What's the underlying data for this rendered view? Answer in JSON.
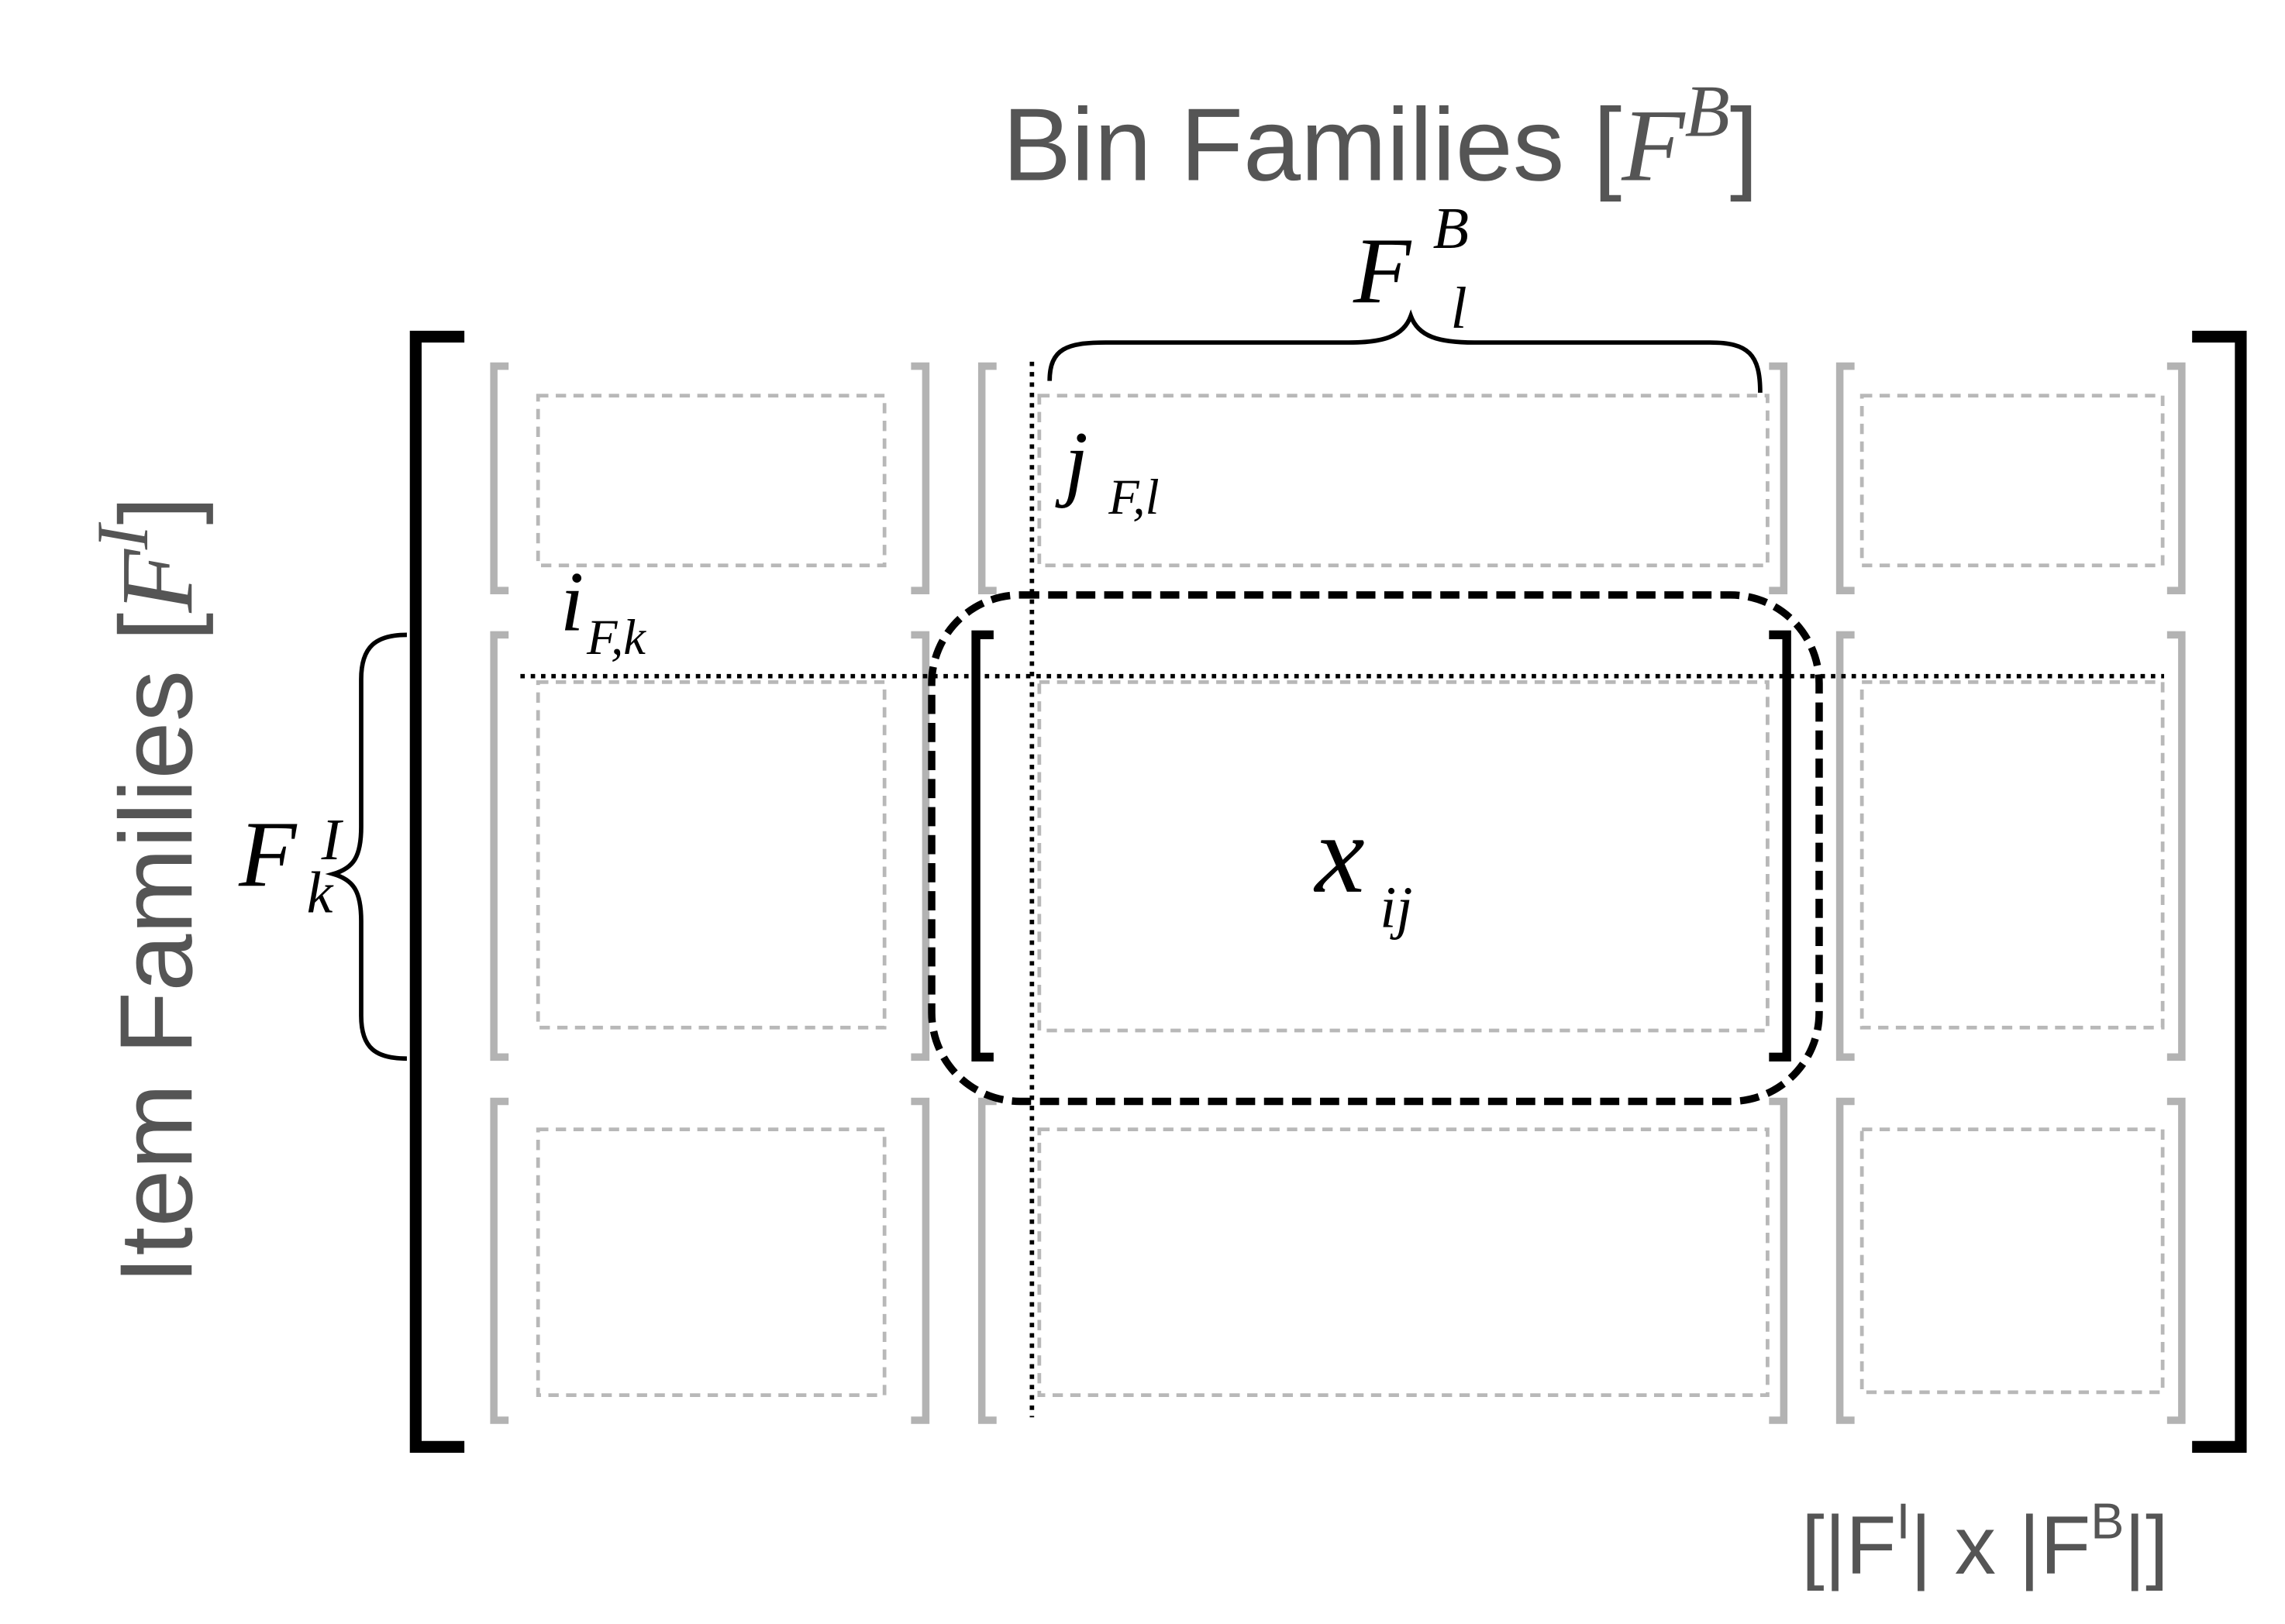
{
  "title": {
    "text": "Bin Families [",
    "symbol": "F",
    "superscript": "B",
    "close": "]"
  },
  "side_label": {
    "text": "Item Families [",
    "symbol": "F",
    "superscript": "I",
    "close": "]"
  },
  "brace_top": {
    "symbol": "F",
    "superscript": "B",
    "subscript": "l"
  },
  "brace_left": {
    "symbol": "F",
    "superscript": "I",
    "subscript": "k"
  },
  "index_j": {
    "symbol": "j",
    "subscript": "F,l"
  },
  "index_i": {
    "symbol": "i",
    "subscript": "F,k"
  },
  "variable": {
    "symbol": "x",
    "subscript": "ij"
  },
  "dimension": {
    "open": "[|F",
    "sup_i": "I",
    "middle": "| x |F",
    "sup_b": "B",
    "close": "|]"
  }
}
